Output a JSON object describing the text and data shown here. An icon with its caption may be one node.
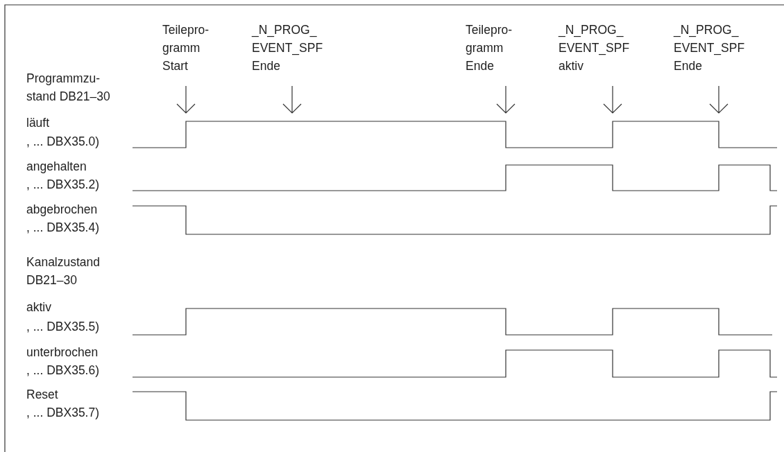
{
  "diagram": {
    "labels": [
      "Teilepro- gramm Start",
      "_N_PROG_ EVENT_SPF Ende",
      "Teilepro- gramm Ende",
      "_N_PROG_ EVENT_SPF aktiv",
      "_N_PROG_ EVENT_SPF Ende",
      "Programmzu- stand DB21–30",
      "läuft",
      ", ... DBX35.0)",
      "angehalten",
      ", ... DBX35.2)",
      "abgebrochen",
      ", ... DBX35.4)",
      "Kanalzustand DB21–30",
      "aktiv",
      ", ... DBX35.5)",
      "unterbrochen",
      ", ... DBX35.6)",
      "Reset",
      ", ... DBX35.7)"
    ]
  }
}
